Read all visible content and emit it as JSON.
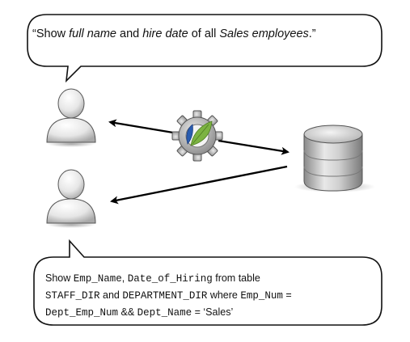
{
  "colors": {
    "outline": "#111111",
    "arrow": "#000000",
    "user_fill": "#e8e8e8",
    "gear_fill": "#b8b8b8",
    "leaf_green": "#7cb342",
    "leaf_blue": "#2a5db0",
    "database_fill": "#c8c8c8"
  },
  "icons": {
    "user_top": "user-icon",
    "user_bottom": "user-icon",
    "gear": "gear-icon",
    "leaf": "leaf-icon",
    "database": "database-icon"
  },
  "top_bubble": {
    "open_quote": "“Show ",
    "full_name": "full name",
    "and": " and ",
    "hire_date": "hire date",
    "of_all": " of all ",
    "sales_employees": "Sales employees",
    "close_quote": ".”"
  },
  "bottom_bubble": {
    "show": "Show ",
    "emp_name": "Emp_Name",
    "comma": ", ",
    "date_of_hiring": "Date_of_Hiring",
    "from_table": " from table",
    "staff_dir": "STAFF_DIR",
    "and": " and ",
    "department_dir": "DEPARTMENT_DIR",
    "where": " where ",
    "emp_num": "Emp_Num",
    "equals": " =",
    "dept_emp_num": "Dept_Emp_Num",
    "amp_and": " && ",
    "dept_name": "Dept_Name",
    "equals_sales": " = ‘Sales’"
  }
}
